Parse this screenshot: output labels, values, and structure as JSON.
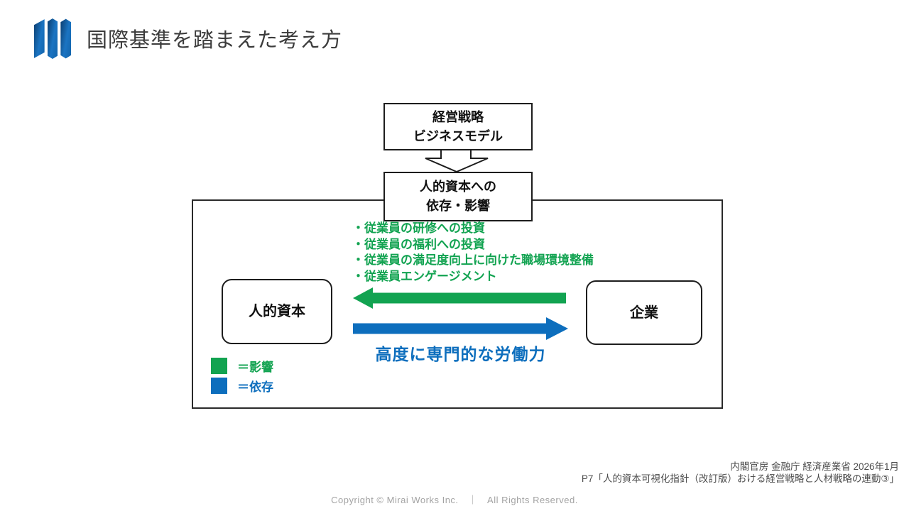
{
  "header": {
    "title": "国際基準を踏まえた考え方"
  },
  "diagram": {
    "strategy_box": {
      "line1": "経営戦略",
      "line2": "ビジネスモデル"
    },
    "dependency_box": {
      "line1": "人的資本への",
      "line2": "依存・影響"
    },
    "human_capital_box_label": "人的資本",
    "company_box_label": "企業",
    "influence_items": [
      "・従業員の研修への投資",
      "・従業員の福利への投資",
      "・従業員の満足度向上に向けた職場環境整備",
      "・従業員エンゲージメント"
    ],
    "dependence_arrow_caption": "高度に専門的な労働力",
    "legend": [
      {
        "swatch_color": "#12A351",
        "label": "＝影響"
      },
      {
        "swatch_color": "#0D6EBD",
        "label": "＝依存"
      }
    ],
    "colors": {
      "influence_green": "#12A351",
      "dependence_blue": "#0D6EBD",
      "logo_blue": "#1B74C2"
    }
  },
  "footer": {
    "source_line1": "内閣官房 金融庁 経済産業省 2026年1月",
    "source_line2": "P7「人的資本可視化指針（改訂版）おける経営戦略と人材戦略の連動③」",
    "copyright": "Copyright © Mirai Works Inc.　｜　All Rights Reserved."
  }
}
